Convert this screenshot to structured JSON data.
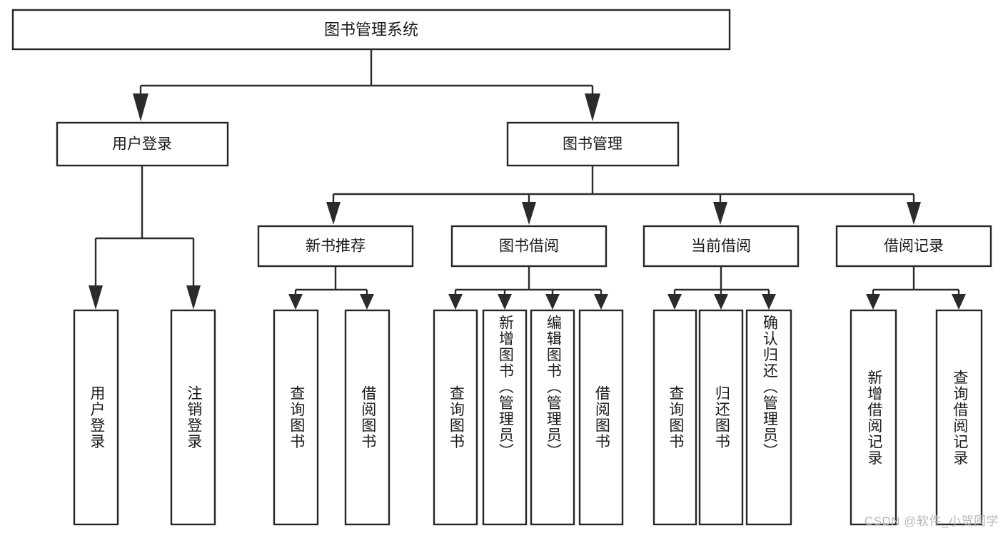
{
  "diagram": {
    "type": "tree-hierarchy",
    "title": "图书管理系统",
    "orientation": "top-down",
    "colors": {
      "box_stroke": "#262626",
      "box_fill": "#ffffff",
      "connector": "#2b2b2b",
      "text": "#1a1a1a",
      "watermark": "#b8b8b8",
      "background": "#ffffff"
    },
    "root": {
      "label": "图书管理系统"
    },
    "level2": [
      {
        "id": "user-login",
        "label": "用户登录"
      },
      {
        "id": "book-management",
        "label": "图书管理"
      }
    ],
    "level3": [
      {
        "id": "new-book-recommend",
        "label": "新书推荐",
        "parent": "book-management"
      },
      {
        "id": "book-borrow",
        "label": "图书借阅",
        "parent": "book-management"
      },
      {
        "id": "current-borrow",
        "label": "当前借阅",
        "parent": "book-management"
      },
      {
        "id": "borrow-record",
        "label": "借阅记录",
        "parent": "book-management"
      }
    ],
    "leaves": {
      "user-login": [
        {
          "id": "leaf-user-login",
          "label": "用户登录"
        },
        {
          "id": "leaf-logout",
          "label": "注销登录"
        }
      ],
      "new-book-recommend": [
        {
          "id": "leaf-query-book-1",
          "label": "查询图书"
        },
        {
          "id": "leaf-borrow-book-1",
          "label": "借阅图书"
        }
      ],
      "book-borrow": [
        {
          "id": "leaf-query-book-2",
          "label": "查询图书"
        },
        {
          "id": "leaf-add-book",
          "label": "新增图书（管理员）"
        },
        {
          "id": "leaf-edit-book",
          "label": "编辑图书（管理员）"
        },
        {
          "id": "leaf-borrow-book-2",
          "label": "借阅图书"
        }
      ],
      "current-borrow": [
        {
          "id": "leaf-query-book-3",
          "label": "查询图书"
        },
        {
          "id": "leaf-return-book",
          "label": "归还图书"
        },
        {
          "id": "leaf-confirm-return",
          "label": "确认归还（管理员）"
        }
      ],
      "borrow-record": [
        {
          "id": "leaf-add-record",
          "label": "新增借阅记录"
        },
        {
          "id": "leaf-query-record",
          "label": "查询借阅记录"
        }
      ]
    }
  },
  "watermark": {
    "text": "CSDN @软件_小贺同学"
  }
}
